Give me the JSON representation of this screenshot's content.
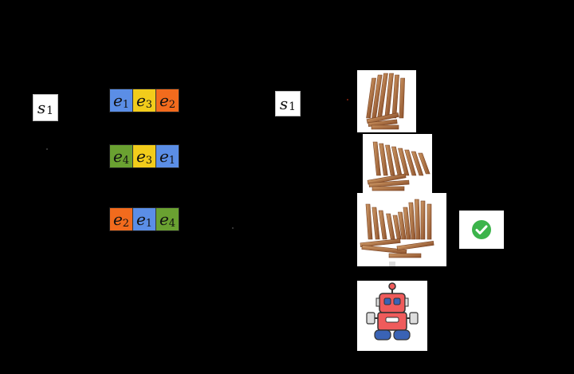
{
  "left_state": {
    "symbol": "s",
    "index": "1"
  },
  "right_state": {
    "symbol": "s",
    "index": "1"
  },
  "sequences": [
    {
      "cells": [
        {
          "symbol": "e",
          "index": "1"
        },
        {
          "symbol": "e",
          "index": "3"
        },
        {
          "symbol": "e",
          "index": "2"
        }
      ]
    },
    {
      "cells": [
        {
          "symbol": "e",
          "index": "4"
        },
        {
          "symbol": "e",
          "index": "3"
        },
        {
          "symbol": "e",
          "index": "1"
        }
      ]
    },
    {
      "cells": [
        {
          "symbol": "e",
          "index": "2"
        },
        {
          "symbol": "e",
          "index": "1"
        },
        {
          "symbol": "e",
          "index": "4"
        }
      ]
    }
  ],
  "colors": {
    "e1": "#5b8ee6",
    "e2": "#f26b1d",
    "e3": "#f2cc1b",
    "e4": "#6aa131",
    "check": "#3cb44b",
    "wood": "#b77a4a",
    "robot_red": "#ef5b5b",
    "robot_blue": "#3a63b5"
  },
  "icons": {
    "success": "check-circle-icon",
    "robot": "robot-icon"
  }
}
